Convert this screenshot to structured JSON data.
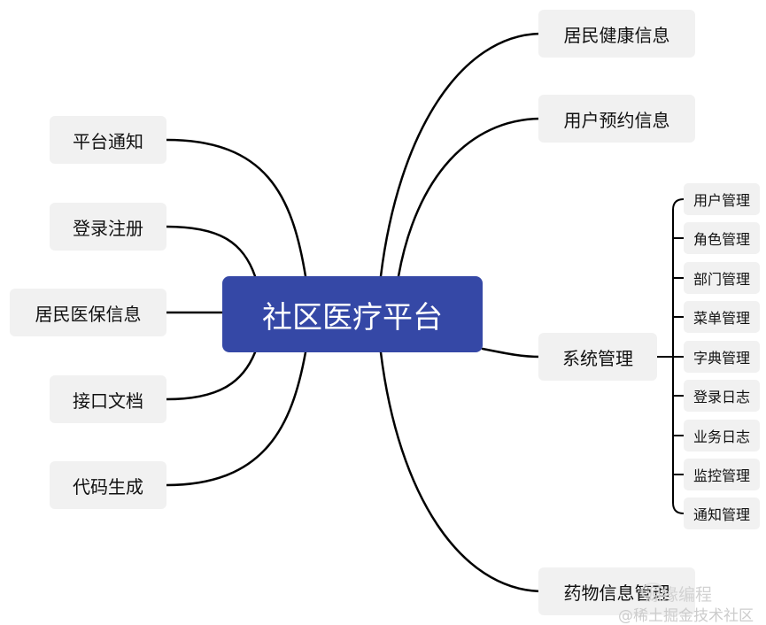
{
  "root": {
    "label": "社区医疗平台"
  },
  "left_nodes": [
    {
      "label": "平台通知"
    },
    {
      "label": "登录注册"
    },
    {
      "label": "居民医保信息"
    },
    {
      "label": "接口文档"
    },
    {
      "label": "代码生成"
    }
  ],
  "right_nodes": [
    {
      "label": "居民健康信息"
    },
    {
      "label": "用户预约信息"
    },
    {
      "label": "系统管理"
    },
    {
      "label": "药物信息管理"
    }
  ],
  "system_children": [
    {
      "label": "用户管理"
    },
    {
      "label": "角色管理"
    },
    {
      "label": "部门管理"
    },
    {
      "label": "菜单管理"
    },
    {
      "label": "字典管理"
    },
    {
      "label": "登录日志"
    },
    {
      "label": "业务日志"
    },
    {
      "label": "监控管理"
    },
    {
      "label": "通知管理"
    }
  ],
  "watermark": {
    "line1": "源缘编程",
    "line2": "@稀土掘金技术社区"
  }
}
